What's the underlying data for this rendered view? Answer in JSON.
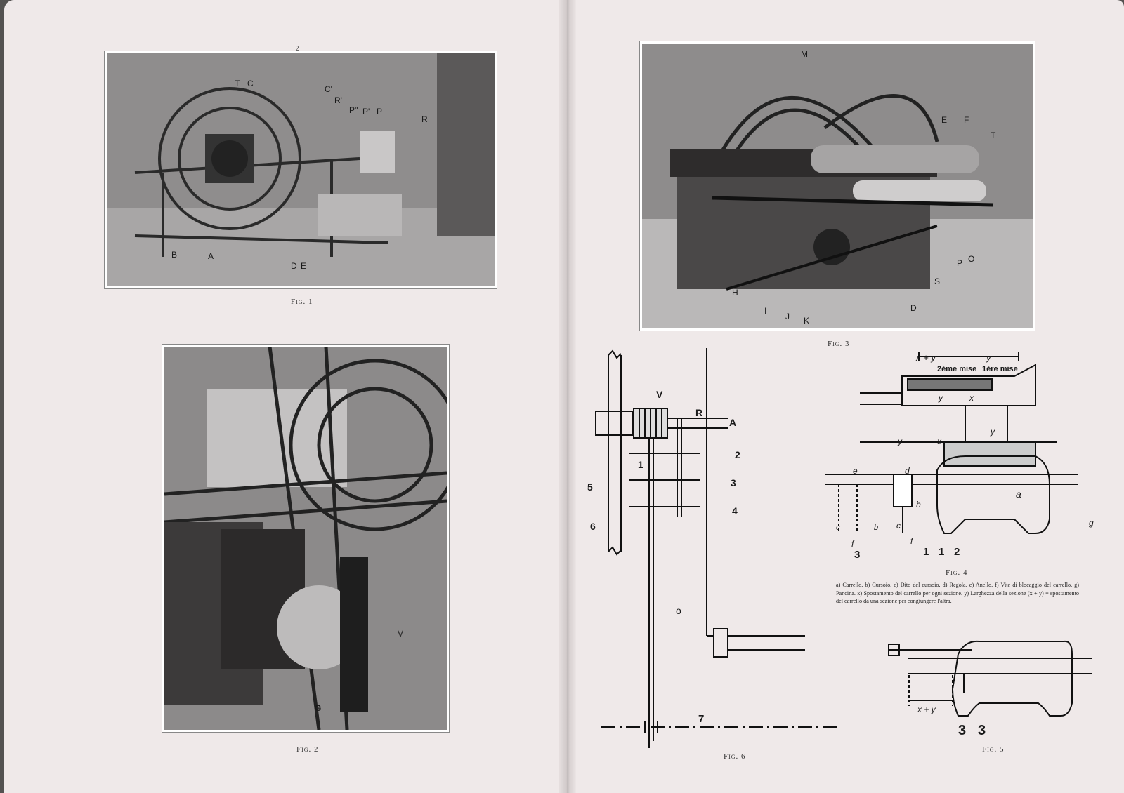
{
  "left_page": {
    "page_number": "2",
    "fig1": {
      "caption": "Fig. 1",
      "labels": [
        "T",
        "C",
        "C'",
        "R'",
        "P''",
        "P'",
        "P",
        "R",
        "B",
        "A",
        "D",
        "E"
      ]
    },
    "fig2": {
      "caption": "Fig. 2",
      "labels": [
        "V",
        "G"
      ]
    }
  },
  "right_page": {
    "fig3": {
      "caption": "Fig. 3",
      "labels": [
        "M",
        "E",
        "F",
        "T",
        "P",
        "O",
        "S",
        "D",
        "H",
        "I",
        "J",
        "K"
      ]
    },
    "fig6": {
      "caption": "Fig. 6",
      "labels": [
        "V",
        "R",
        "A",
        "1",
        "2",
        "3",
        "4",
        "5",
        "6",
        "o",
        "7"
      ]
    },
    "fig4": {
      "caption": "Fig. 4",
      "labels": [
        "x + y",
        "y",
        "2ème mise",
        "1ère mise",
        "y",
        "x",
        "y",
        "x",
        "y",
        "e",
        "d",
        "a",
        "b",
        "c",
        "f",
        "c",
        "b",
        "f",
        "3",
        "1",
        "1",
        "2",
        "g"
      ],
      "legend": "a) Carrello. b) Cursoio. c) Dito del cursoio. d) Regola. e) Anello. f) Vite di blocaggio del carrello. g) Pancina. x) Spostamento del carrello per ogni sezione. y) Larghezza della sezione (x + y) = spostamento del carrello da una sezione per congiungere l'altra."
    },
    "fig5": {
      "caption": "Fig. 5",
      "labels": [
        "x + y",
        "3",
        "3"
      ]
    }
  }
}
